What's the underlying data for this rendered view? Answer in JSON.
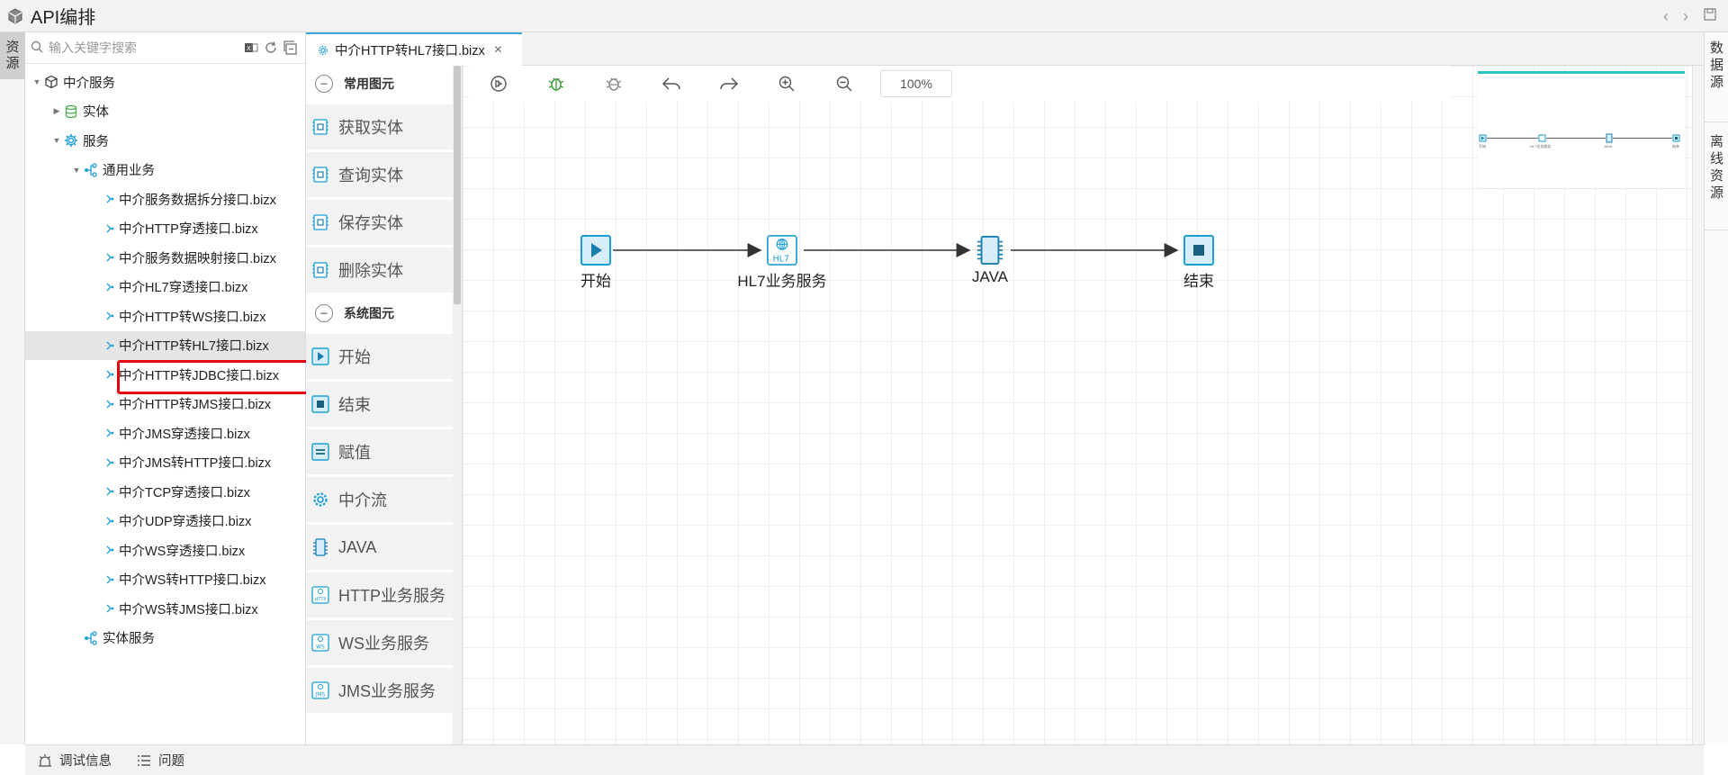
{
  "app": {
    "title": "API编排"
  },
  "left_strip": {
    "tab_label": "资\n源"
  },
  "resource_panel": {
    "search_placeholder": "输入关键字搜索",
    "tree": {
      "root": "中介服务",
      "entity": "实体",
      "service": "服务",
      "general_business": "通用业务",
      "files": [
        "中介服务数据拆分接口.bizx",
        "中介HTTP穿透接口.bizx",
        "中介服务数据映射接口.bizx",
        "中介HL7穿透接口.bizx",
        "中介HTTP转WS接口.bizx",
        "中介HTTP转HL7接口.bizx",
        "中介HTTP转JDBC接口.bizx",
        "中介HTTP转JMS接口.bizx",
        "中介JMS穿透接口.bizx",
        "中介JMS转HTTP接口.bizx",
        "中介TCP穿透接口.bizx",
        "中介UDP穿透接口.bizx",
        "中介WS穿透接口.bizx",
        "中介WS转HTTP接口.bizx",
        "中介WS转JMS接口.bizx"
      ],
      "selected_file": "中介HTTP转HL7接口.bizx",
      "entity_service": "实体服务"
    }
  },
  "editor": {
    "active_tab": "中介HTTP转HL7接口.bizx"
  },
  "palette": {
    "common_group": "常用图元",
    "common_items": [
      {
        "label": "获取实体",
        "icon": "get-entity-icon"
      },
      {
        "label": "查询实体",
        "icon": "query-entity-icon"
      },
      {
        "label": "保存实体",
        "icon": "save-entity-icon"
      },
      {
        "label": "删除实体",
        "icon": "delete-entity-icon"
      }
    ],
    "system_group": "系统图元",
    "system_items": [
      {
        "label": "开始",
        "icon": "start-icon"
      },
      {
        "label": "结束",
        "icon": "end-icon"
      },
      {
        "label": "赋值",
        "icon": "assign-icon"
      },
      {
        "label": "中介流",
        "icon": "gear-icon"
      },
      {
        "label": "JAVA",
        "icon": "chip-icon"
      },
      {
        "label": "HTTP业务服务",
        "icon": "http-icon",
        "icon_text": "HTTP"
      },
      {
        "label": "WS业务服务",
        "icon": "ws-icon",
        "icon_text": "WS"
      },
      {
        "label": "JMS业务服务",
        "icon": "jms-icon",
        "icon_text": "JMS"
      }
    ]
  },
  "canvas": {
    "zoom": "100%",
    "nodes": [
      {
        "label": "开始",
        "icon": "play-icon"
      },
      {
        "label": "HL7业务服务",
        "icon": "hl7-globe-icon",
        "icon_text": "HL7"
      },
      {
        "label": "JAVA",
        "icon": "chip-icon"
      },
      {
        "label": "结束",
        "icon": "stop-icon"
      }
    ]
  },
  "right_strip": {
    "tabs": [
      "数\n据\n源",
      "离\n线\n资\n源"
    ]
  },
  "bottom_bar": {
    "debug": "调试信息",
    "problems": "问题"
  },
  "colors": {
    "accent": "#1a9fd6",
    "node_fill": "#d7eef8",
    "selection_border": "#e60012",
    "minimap_top": "#27c4c4"
  }
}
